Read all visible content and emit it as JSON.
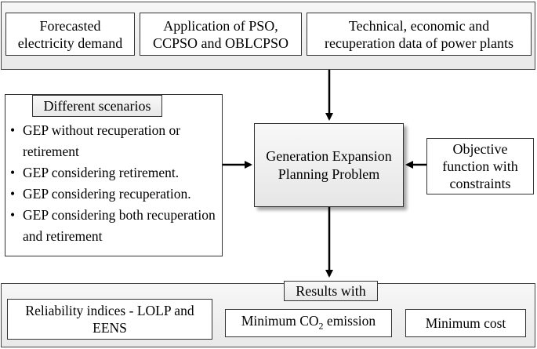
{
  "inputs": {
    "demand": "Forecasted\nelectricity demand",
    "pso": "Application of PSO,\nCCPSO and OBLCPSO",
    "data": "Technical, economic and\nrecuperation  data of power plants"
  },
  "scenarios": {
    "title": "Different scenarios",
    "items": [
      "GEP without recuperation or retirement",
      "GEP considering retirement.",
      "GEP considering recuperation.",
      "GEP considering both recuperation and retirement"
    ]
  },
  "center": "Generation Expansion\nPlanning Problem",
  "objective": "Objective\nfunction with\nconstraints",
  "results": {
    "title": "Results with",
    "reliability": "Reliability indices - LOLP and\nEENS",
    "co2_prefix": "Minimum CO",
    "co2_sub": "2",
    "co2_suffix": " emission",
    "cost": "Minimum cost"
  }
}
